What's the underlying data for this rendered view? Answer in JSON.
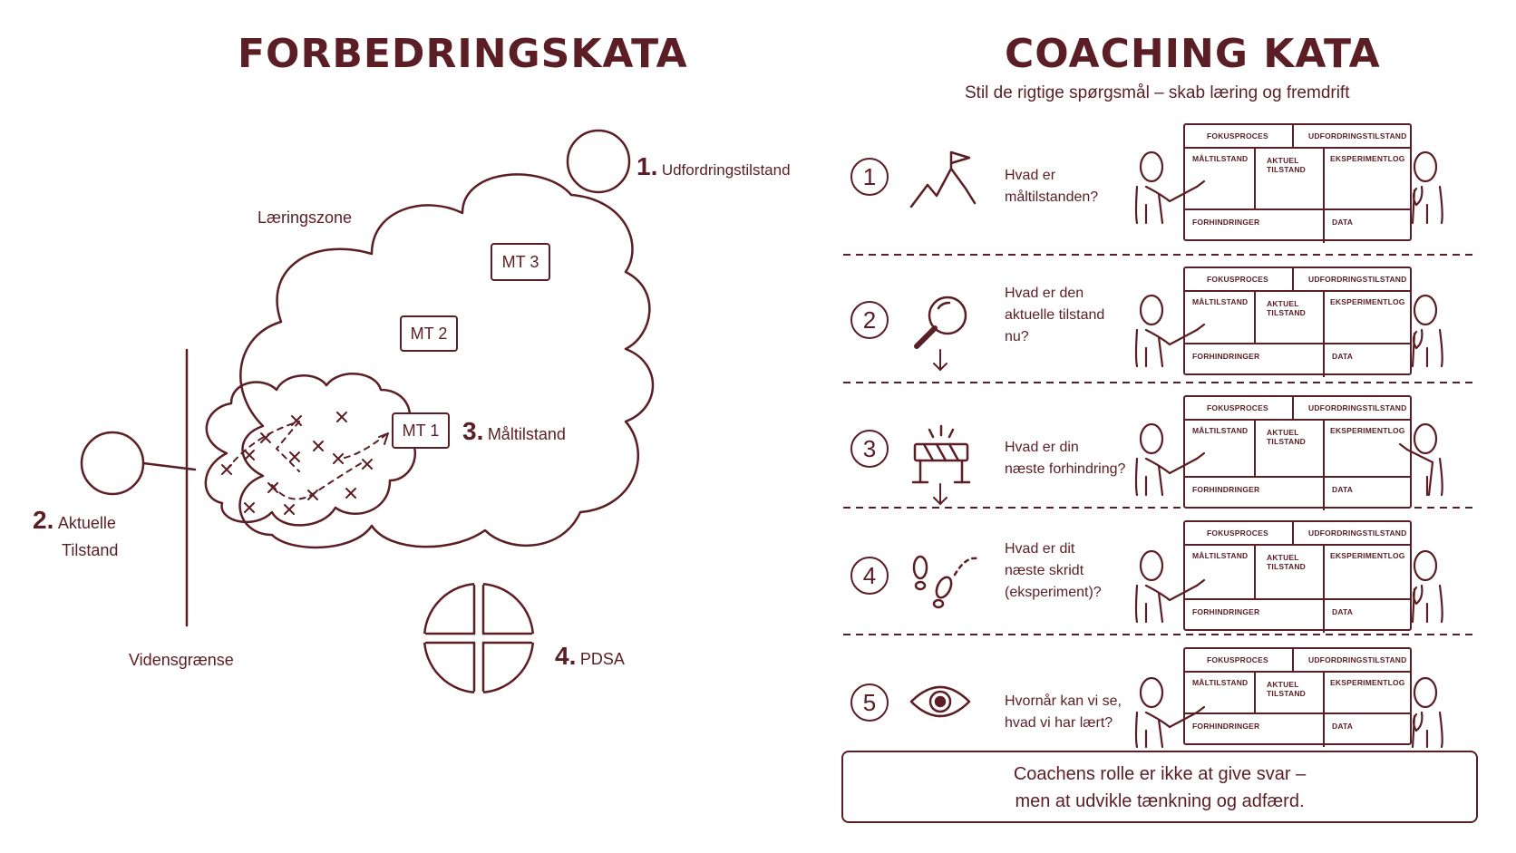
{
  "left": {
    "title": "FORBEDRINGSKATA",
    "learning_zone": "Læringszone",
    "knowledge_boundary": "Vidensgrænse",
    "states": {
      "challenge": {
        "num": "1.",
        "label": "Udfordringstilstand"
      },
      "current": {
        "num": "2.",
        "label_line1": "Aktuelle",
        "label_line2": "Tilstand"
      },
      "target": {
        "num": "3.",
        "label": "Måltilstand"
      },
      "pdsa": {
        "num": "4.",
        "label": "PDSA"
      }
    },
    "milestones": [
      "MT 1",
      "MT 2",
      "MT 3"
    ]
  },
  "right": {
    "title": "COACHING KATA",
    "subtitle": "Stil de rigtige spørgsmål – skab læring og fremdrift",
    "board": {
      "fokusproces": "FOKUSPROCES",
      "udfordring": "UDFORDRINGSTILSTAND",
      "maltilstand": "MÅLTILSTAND",
      "aktuel_line1": "AKTUEL",
      "aktuel_line2": "TILSTAND",
      "eksperimentlog": "EKSPERIMENTLOG",
      "forhindringer": "FORHINDRINGER",
      "data": "DATA"
    },
    "steps": [
      {
        "num": "1",
        "icon": "mountain-flag-icon",
        "lines": [
          "Hvad er",
          "måltilstanden?"
        ]
      },
      {
        "num": "2",
        "icon": "magnifier-icon",
        "lines": [
          "Hvad er den",
          "aktuelle tilstand",
          "nu?"
        ]
      },
      {
        "num": "3",
        "icon": "barrier-icon",
        "lines": [
          "Hvad er din",
          "næste forhindring?"
        ]
      },
      {
        "num": "4",
        "icon": "footsteps-icon",
        "lines": [
          "Hvad er dit",
          "næste skridt",
          "(eksperiment)?"
        ]
      },
      {
        "num": "5",
        "icon": "eye-icon",
        "lines": [
          "Hvornår kan vi se,",
          "hvad vi har lært?"
        ]
      }
    ],
    "footer": {
      "line1": "Coachens rolle er ikke at give svar –",
      "line2": "men at udvikle tænkning og adfærd."
    }
  },
  "colors": {
    "ink": "#5a1e24",
    "background": "#ffffff"
  }
}
